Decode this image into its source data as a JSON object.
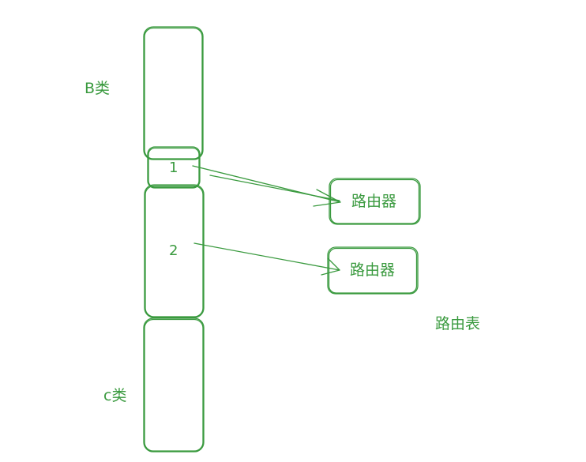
{
  "diagram": {
    "stroke_color": "#3a9a3f",
    "labels": {
      "class_b": "B类",
      "class_c": "c类",
      "routing_table": "路由表"
    },
    "segments": {
      "segment_1": "1",
      "segment_2": "2"
    },
    "routers": [
      {
        "label": "路由器"
      },
      {
        "label": "路由器"
      }
    ]
  }
}
